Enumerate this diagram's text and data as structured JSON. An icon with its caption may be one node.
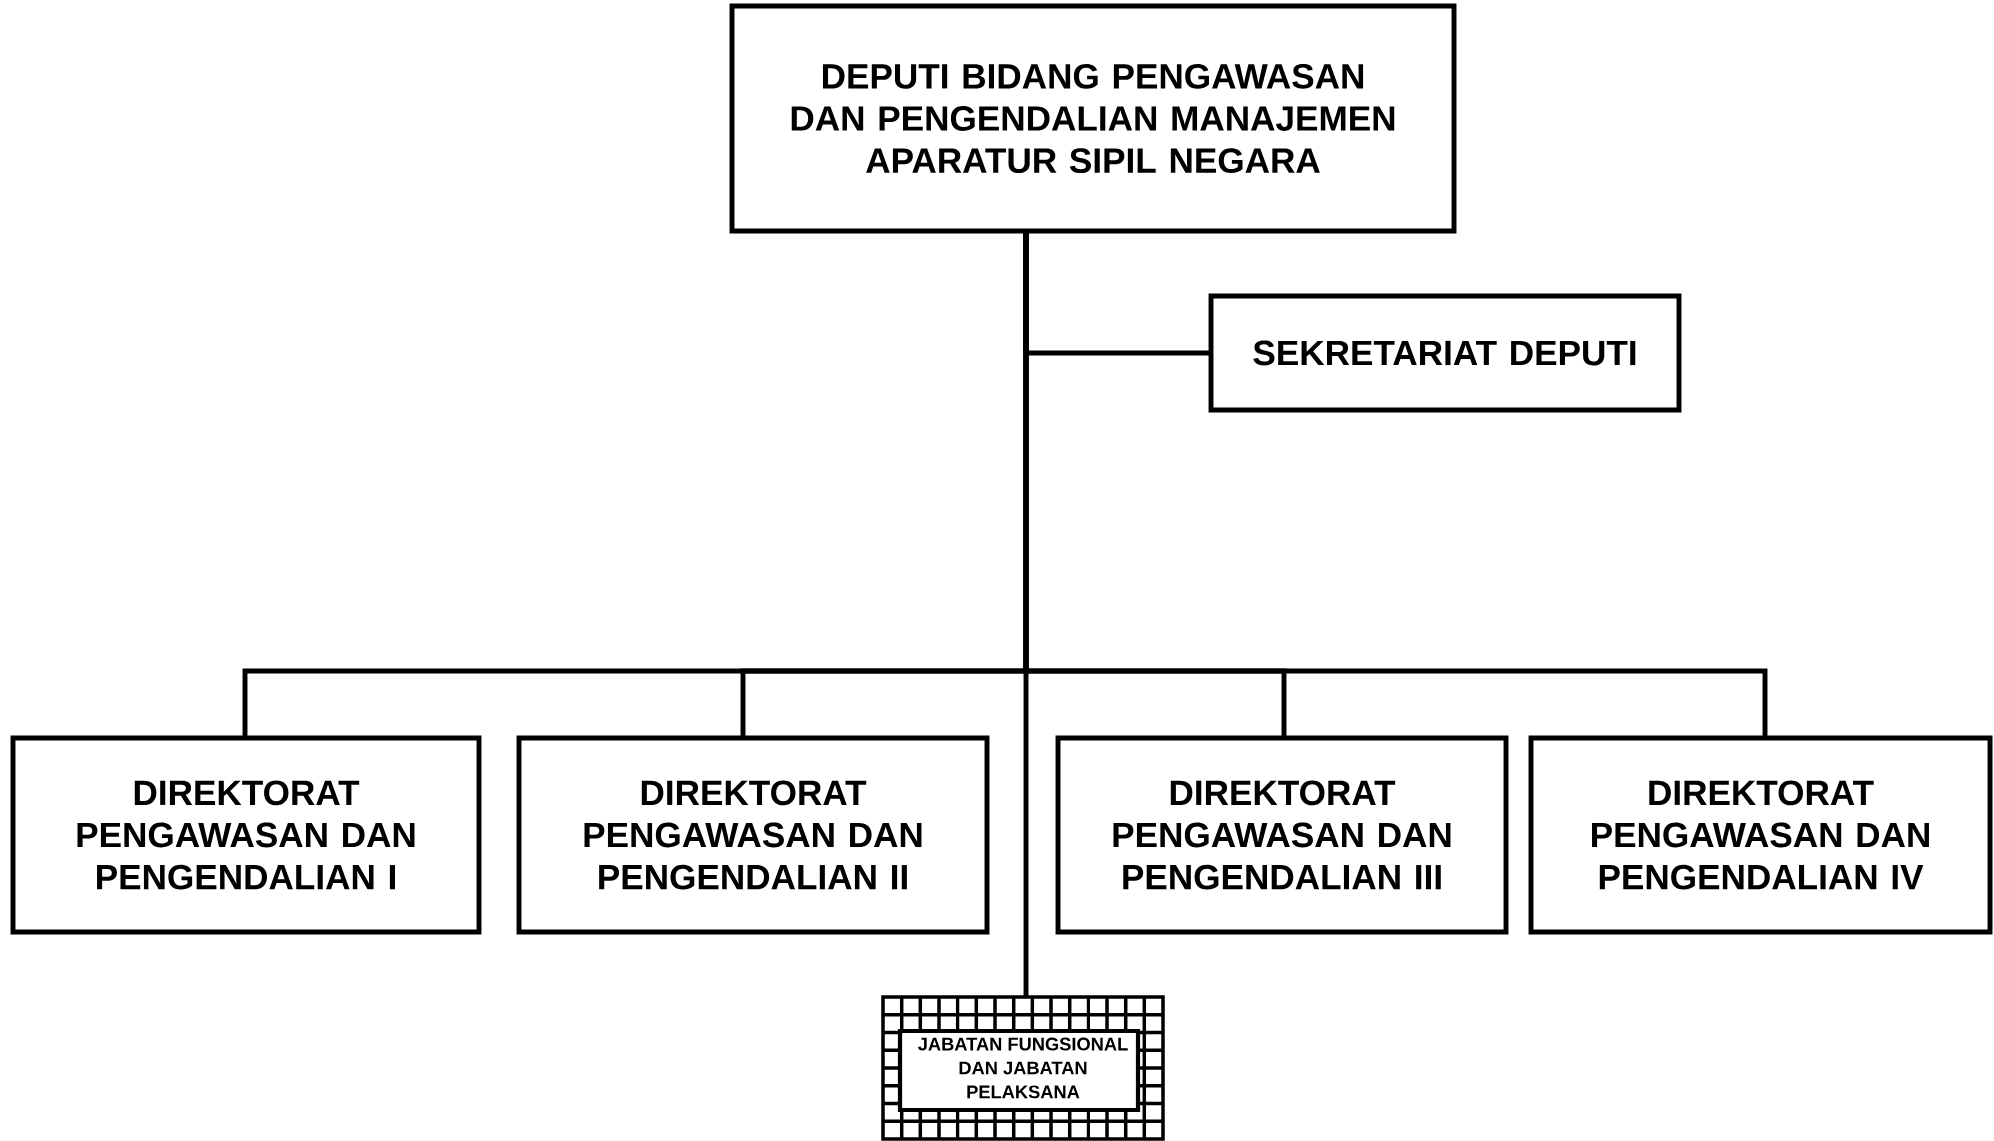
{
  "diagram": {
    "nodes": [
      {
        "text": [
          "DEPUTI BIDANG PENGAWASAN DAN PENGENDALIAN MANAJEMEN APARATUR SIPIL NEGARA"
        ]
      },
      {
        "text": [
          "SEKRETARIAT DEPUTI"
        ]
      },
      {
        "text": [
          "DIREKTORAT PENGAWASAN DAN PENGENDALIAN I"
        ]
      },
      {
        "text": [
          "DIREKTORAT PENGAWASAN DAN PENGENDALIAN II"
        ]
      },
      {
        "text": [
          "DIREKTORAT PENGAWASAN DAN PENGENDALIAN III"
        ]
      },
      {
        "text": [
          "DIREKTORAT PENGAWASAN DAN PENGENDALIAN IV"
        ]
      },
      {
        "text": [
          "JABATAN FUNGSIONAL DAN JABATAN PELAKSANA"
        ]
      }
    ],
    "edges": [
      {
        "from": 0,
        "to": 1,
        "arrow": "none"
      },
      {
        "from": 0,
        "to": 2,
        "arrow": "none"
      },
      {
        "from": 0,
        "to": 3,
        "arrow": "none"
      },
      {
        "from": 0,
        "to": 4,
        "arrow": "none"
      },
      {
        "from": 0,
        "to": 5,
        "arrow": "none"
      },
      {
        "from": 0,
        "to": 6,
        "arrow": "none"
      }
    ]
  }
}
